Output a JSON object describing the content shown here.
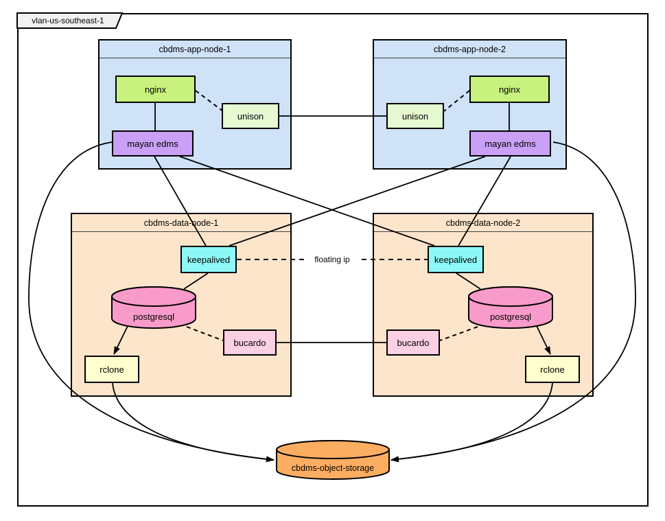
{
  "diagram": {
    "vlan_label": "vlan-us-southeast-1",
    "floating_ip_label": "floating ip",
    "nodes": {
      "app1": {
        "title": "cbdms-app-node-1"
      },
      "app2": {
        "title": "cbdms-app-node-2"
      },
      "data1": {
        "title": "cbdms-data-node-1"
      },
      "data2": {
        "title": "cbdms-data-node-2"
      }
    },
    "components": {
      "nginx1": "nginx",
      "unison1": "unison",
      "mayan1": "mayan edms",
      "nginx2": "nginx",
      "unison2": "unison",
      "mayan2": "mayan edms",
      "keepalived1": "keepalived",
      "postgresql1": "postgresql",
      "bucardo1": "bucardo",
      "rclone1": "rclone",
      "keepalived2": "keepalived",
      "postgresql2": "postgresql",
      "bucardo2": "bucardo",
      "rclone2": "rclone",
      "storage": "cbdms-object-storage"
    },
    "edges": [
      {
        "from": "nginx (app-node-1)",
        "to": "mayan edms (app-node-1)",
        "style": "solid"
      },
      {
        "from": "nginx (app-node-1)",
        "to": "unison (app-node-1)",
        "style": "dashed"
      },
      {
        "from": "unison (app-node-1)",
        "to": "unison (app-node-2)",
        "style": "solid"
      },
      {
        "from": "nginx (app-node-2)",
        "to": "mayan edms (app-node-2)",
        "style": "solid"
      },
      {
        "from": "nginx (app-node-2)",
        "to": "unison (app-node-2)",
        "style": "dashed"
      },
      {
        "from": "mayan edms (app-node-1)",
        "to": "keepalived (data-node-1)",
        "style": "solid"
      },
      {
        "from": "mayan edms (app-node-1)",
        "to": "keepalived (data-node-2)",
        "style": "solid"
      },
      {
        "from": "mayan edms (app-node-2)",
        "to": "keepalived (data-node-2)",
        "style": "solid"
      },
      {
        "from": "mayan edms (app-node-2)",
        "to": "keepalived (data-node-1)",
        "style": "solid"
      },
      {
        "from": "keepalived (data-node-1)",
        "to": "keepalived (data-node-2)",
        "style": "dashed",
        "label": "floating ip"
      },
      {
        "from": "keepalived (data-node-1)",
        "to": "postgresql (data-node-1)",
        "style": "solid"
      },
      {
        "from": "keepalived (data-node-2)",
        "to": "postgresql (data-node-2)",
        "style": "solid"
      },
      {
        "from": "postgresql (data-node-1)",
        "to": "bucardo (data-node-1)",
        "style": "dashed"
      },
      {
        "from": "postgresql (data-node-2)",
        "to": "bucardo (data-node-2)",
        "style": "dashed"
      },
      {
        "from": "bucardo (data-node-1)",
        "to": "bucardo (data-node-2)",
        "style": "solid"
      },
      {
        "from": "postgresql (data-node-1)",
        "to": "rclone (data-node-1)",
        "style": "arrow"
      },
      {
        "from": "postgresql (data-node-2)",
        "to": "rclone (data-node-2)",
        "style": "arrow"
      },
      {
        "from": "mayan edms (app-node-1)",
        "to": "cbdms-object-storage",
        "style": "arrow"
      },
      {
        "from": "rclone (data-node-1)",
        "to": "cbdms-object-storage",
        "style": "arrow"
      },
      {
        "from": "mayan edms (app-node-2)",
        "to": "cbdms-object-storage",
        "style": "arrow"
      },
      {
        "from": "rclone (data-node-2)",
        "to": "cbdms-object-storage",
        "style": "arrow"
      }
    ],
    "colors": {
      "app_node_fill": "#cfe2f8",
      "data_node_fill": "#fde5cc",
      "nginx_fill": "#c8f27d",
      "unison_fill": "#e6fad2",
      "mayan_fill": "#c9a0f5",
      "keepalived_fill": "#8ef8f8",
      "postgresql_fill": "#f99bca",
      "bucardo_fill": "#fbd0e4",
      "rclone_fill": "#feffce",
      "storage_fill": "#fbad62",
      "vlan_tab_fill": "#f2f2f2",
      "line_color": "#000000"
    }
  }
}
